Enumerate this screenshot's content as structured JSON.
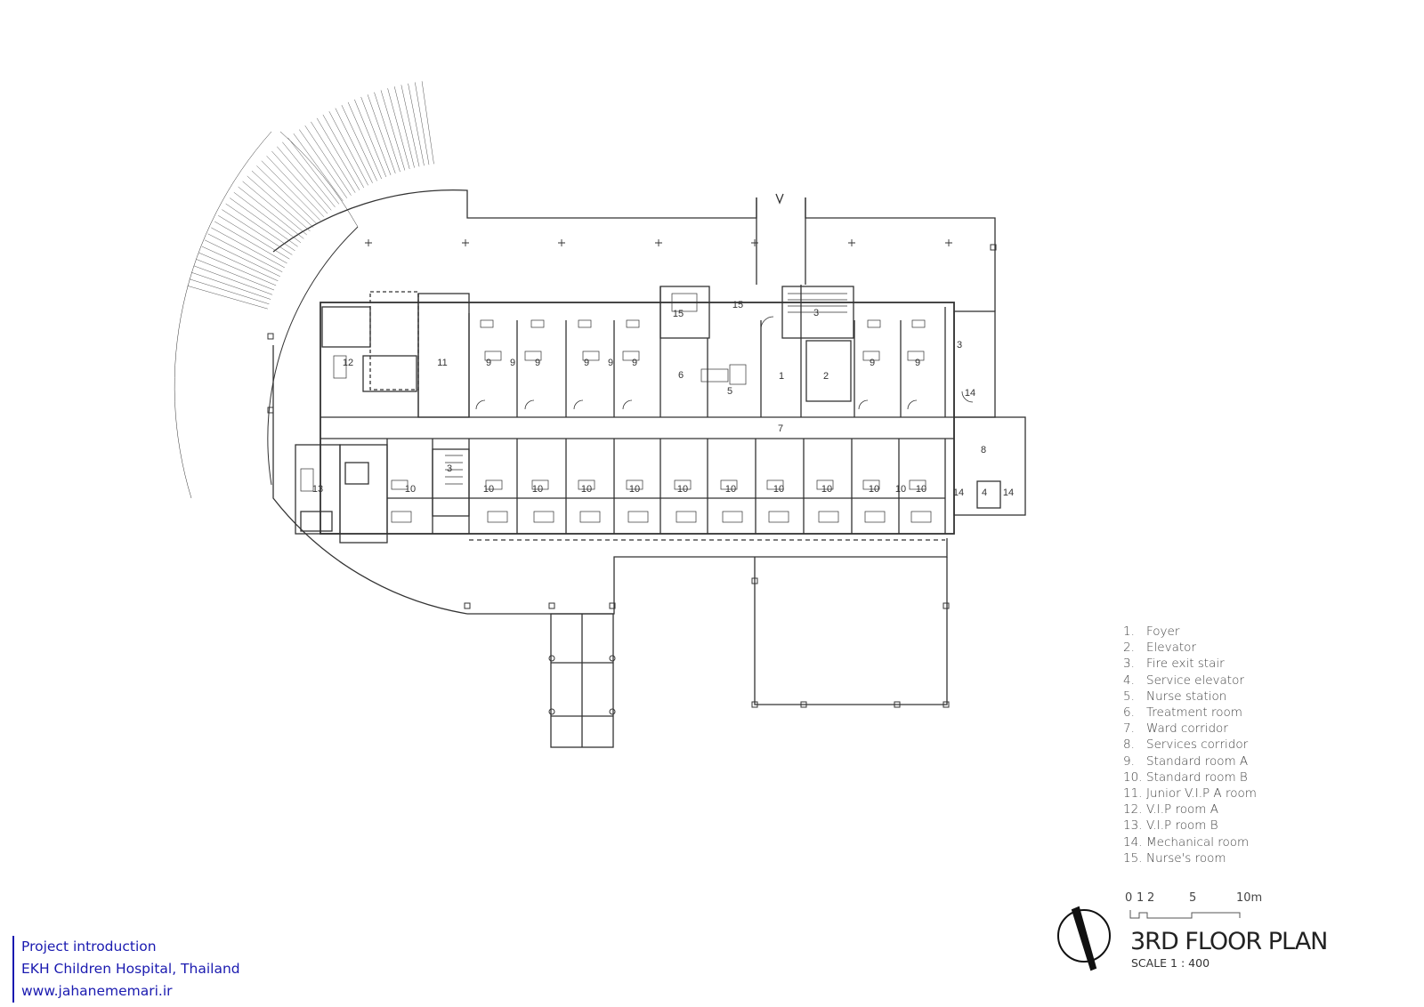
{
  "plan": {
    "title": "3RD FLOOR PLAN",
    "scale": "SCALE 1 : 400",
    "scale_ticks": [
      "0",
      "1",
      "2",
      "5",
      "10m"
    ],
    "room_labels": {
      "r12": "12",
      "r11": "11",
      "r15a": "15",
      "r15b": "15",
      "r3a": "3",
      "r3b": "3",
      "r1": "1",
      "r2": "2",
      "r6": "6",
      "r5": "5",
      "r9a": "9",
      "r9b": "9",
      "r9c": "9",
      "r9d": "9",
      "r9e": "9",
      "r9f": "9",
      "r9g": "9",
      "r9h": "9",
      "r7": "7",
      "r8": "8",
      "r14a": "14",
      "r14b": "14",
      "r14c": "14",
      "r4": "4",
      "r13": "13",
      "r10a": "10",
      "r10b": "10",
      "r10c": "10",
      "r10d": "10",
      "r10e": "10",
      "r10f": "10",
      "r10g": "10",
      "r10h": "10",
      "r10i": "10",
      "r10j": "10",
      "r10k": "10",
      "r10l": "10",
      "r3c": "3"
    },
    "line_color": "#333333"
  },
  "legend": [
    {
      "num": "1.",
      "label": "Foyer"
    },
    {
      "num": "2.",
      "label": "Elevator"
    },
    {
      "num": "3.",
      "label": "Fire exit stair"
    },
    {
      "num": "4.",
      "label": "Service elevator"
    },
    {
      "num": "5.",
      "label": "Nurse station"
    },
    {
      "num": "6.",
      "label": "Treatment room"
    },
    {
      "num": "7.",
      "label": "Ward corridor"
    },
    {
      "num": "8.",
      "label": "Services corridor"
    },
    {
      "num": "9.",
      "label": "Standard room A"
    },
    {
      "num": "10.",
      "label": "Standard room B"
    },
    {
      "num": "11.",
      "label": "Junior V.I.P A room"
    },
    {
      "num": "12.",
      "label": "V.I.P room A"
    },
    {
      "num": "13.",
      "label": "V.I.P room B"
    },
    {
      "num": "14.",
      "label": "Mechanical room"
    },
    {
      "num": "15.",
      "label": "Nurse's room"
    }
  ],
  "credits": {
    "line1": "Project introduction",
    "line2": "EKH Children Hospital, Thailand",
    "line3": "www.jahanememari.ir",
    "color": "#1a1ab0"
  }
}
